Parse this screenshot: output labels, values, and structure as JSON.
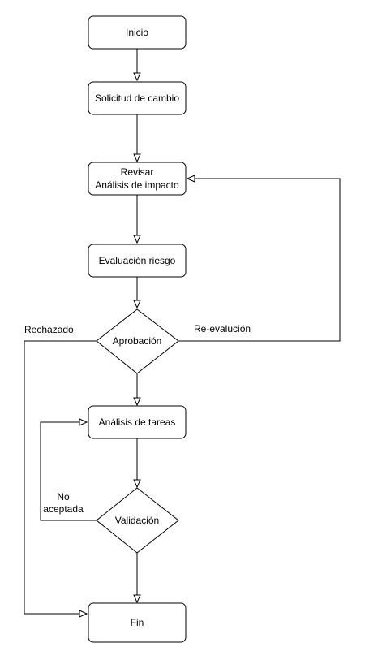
{
  "nodes": {
    "inicio": "Inicio",
    "solicitud": "Solicitud de cambio",
    "revisar_line1": "Revisar",
    "revisar_line2": "Análisis de impacto",
    "evaluacion": "Evaluación riesgo",
    "aprobacion": "Aprobación",
    "analisis_tareas": "Análisis de tareas",
    "validacion": "Validación",
    "fin": "Fin"
  },
  "edge_labels": {
    "rechazado": "Rechazado",
    "reevaluacion": "Re-evalución",
    "no_aceptada_line1": "No",
    "no_aceptada_line2": "aceptada"
  }
}
